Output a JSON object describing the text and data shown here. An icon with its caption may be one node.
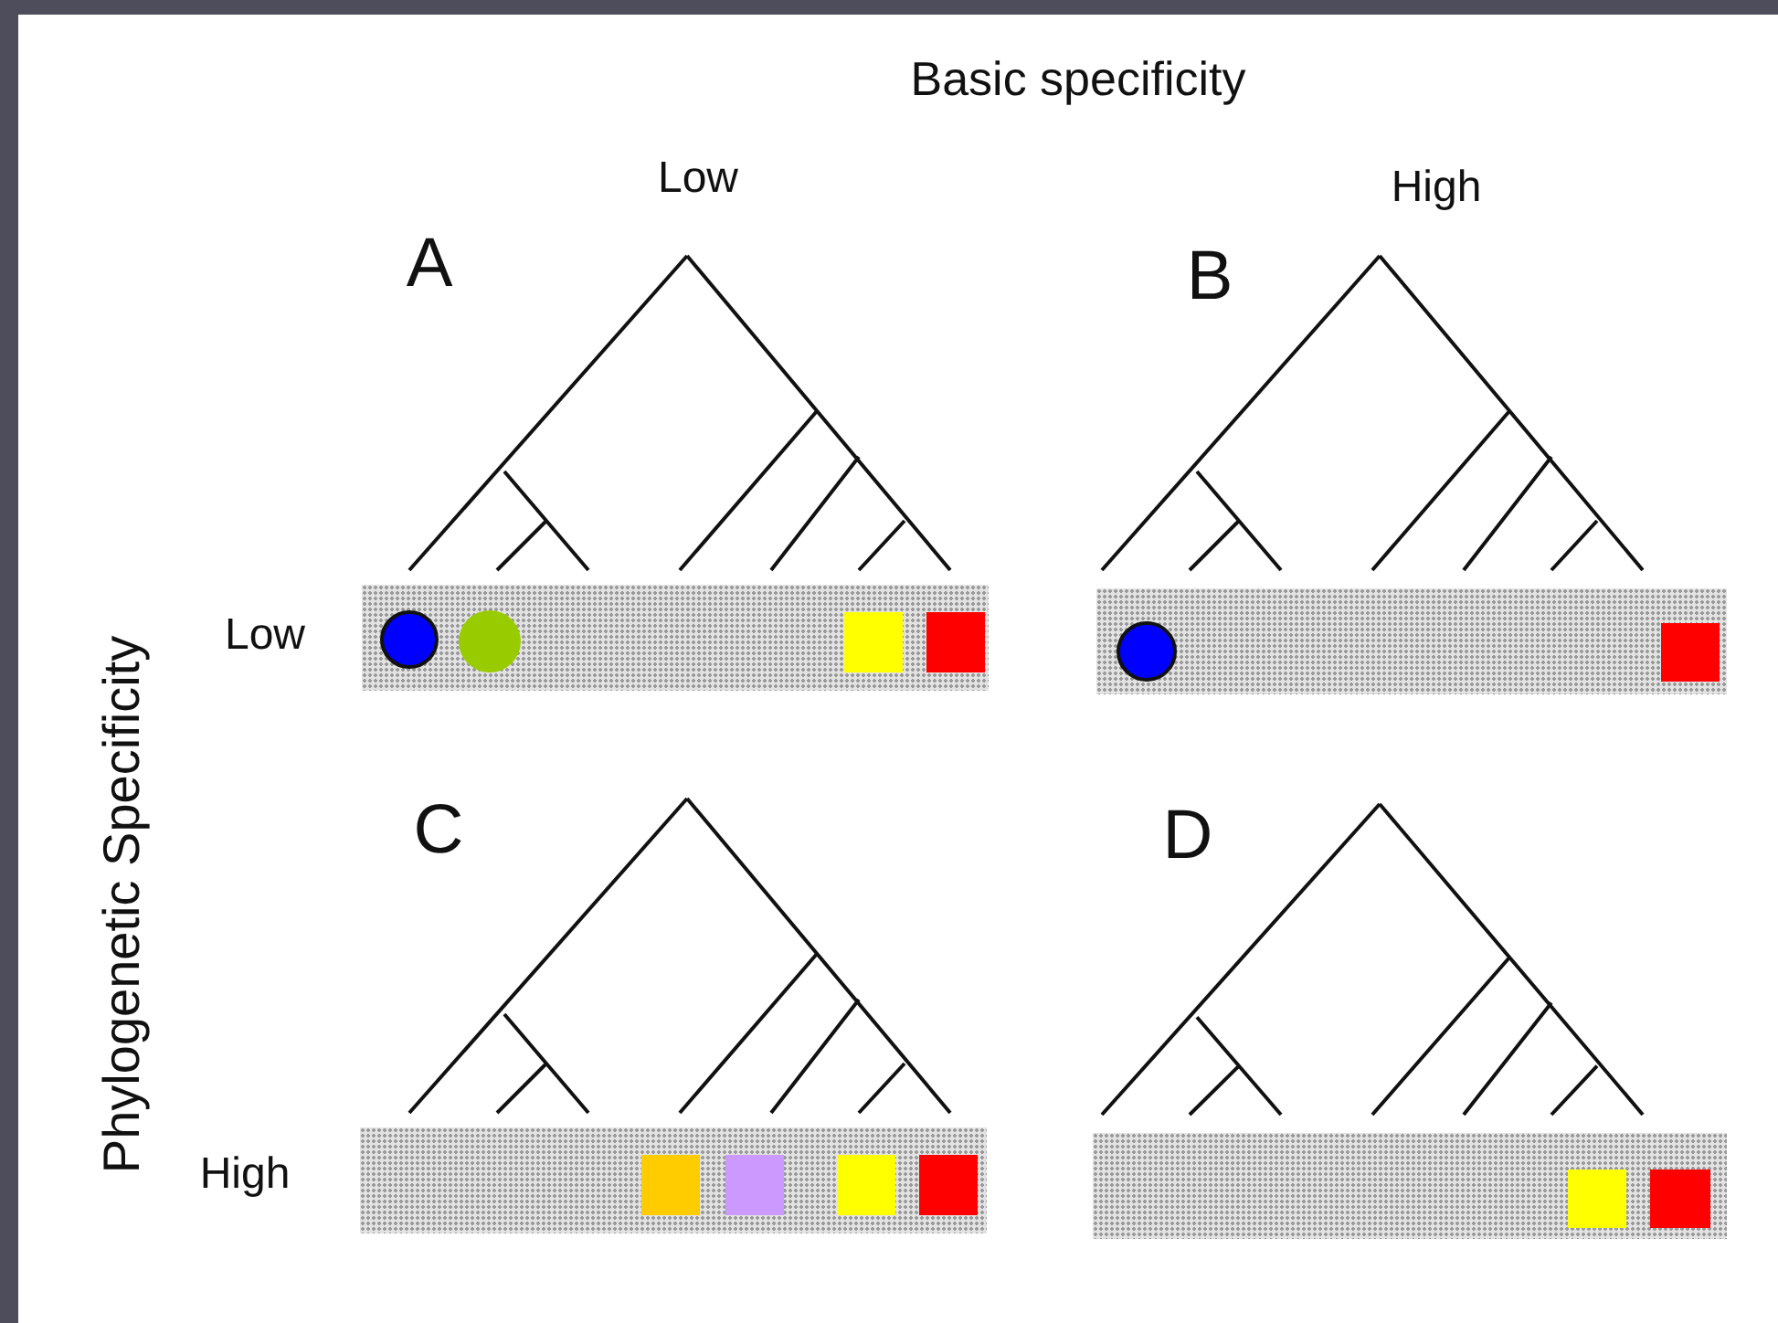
{
  "diagram": {
    "title": "Basic specificity",
    "nodes": [
      {
        "text": [],
        "shape": "bar"
      },
      {
        "text": [],
        "shape": "circle",
        "in": 0
      },
      {
        "text": [],
        "shape": "circle",
        "in": 0
      },
      {
        "text": [],
        "shape": "box",
        "in": 0
      },
      {
        "text": [],
        "shape": "box",
        "in": 0
      },
      {
        "text": [],
        "shape": "bar"
      },
      {
        "text": [],
        "shape": "circle",
        "in": 5
      },
      {
        "text": [],
        "shape": "box",
        "in": 5
      },
      {
        "text": [],
        "shape": "bar"
      },
      {
        "text": [],
        "shape": "box",
        "in": 8
      },
      {
        "text": [],
        "shape": "box",
        "in": 8
      },
      {
        "text": [],
        "shape": "box",
        "in": 8
      },
      {
        "text": [],
        "shape": "box",
        "in": 8
      },
      {
        "text": [],
        "shape": "bar"
      },
      {
        "text": [],
        "shape": "box",
        "in": 13
      },
      {
        "text": [],
        "shape": "box",
        "in": 13
      }
    ],
    "labels": [
      "Low",
      "High",
      "A",
      "B",
      "Low",
      "Phylogenetic Specificity",
      "C",
      "D",
      "High"
    ]
  }
}
